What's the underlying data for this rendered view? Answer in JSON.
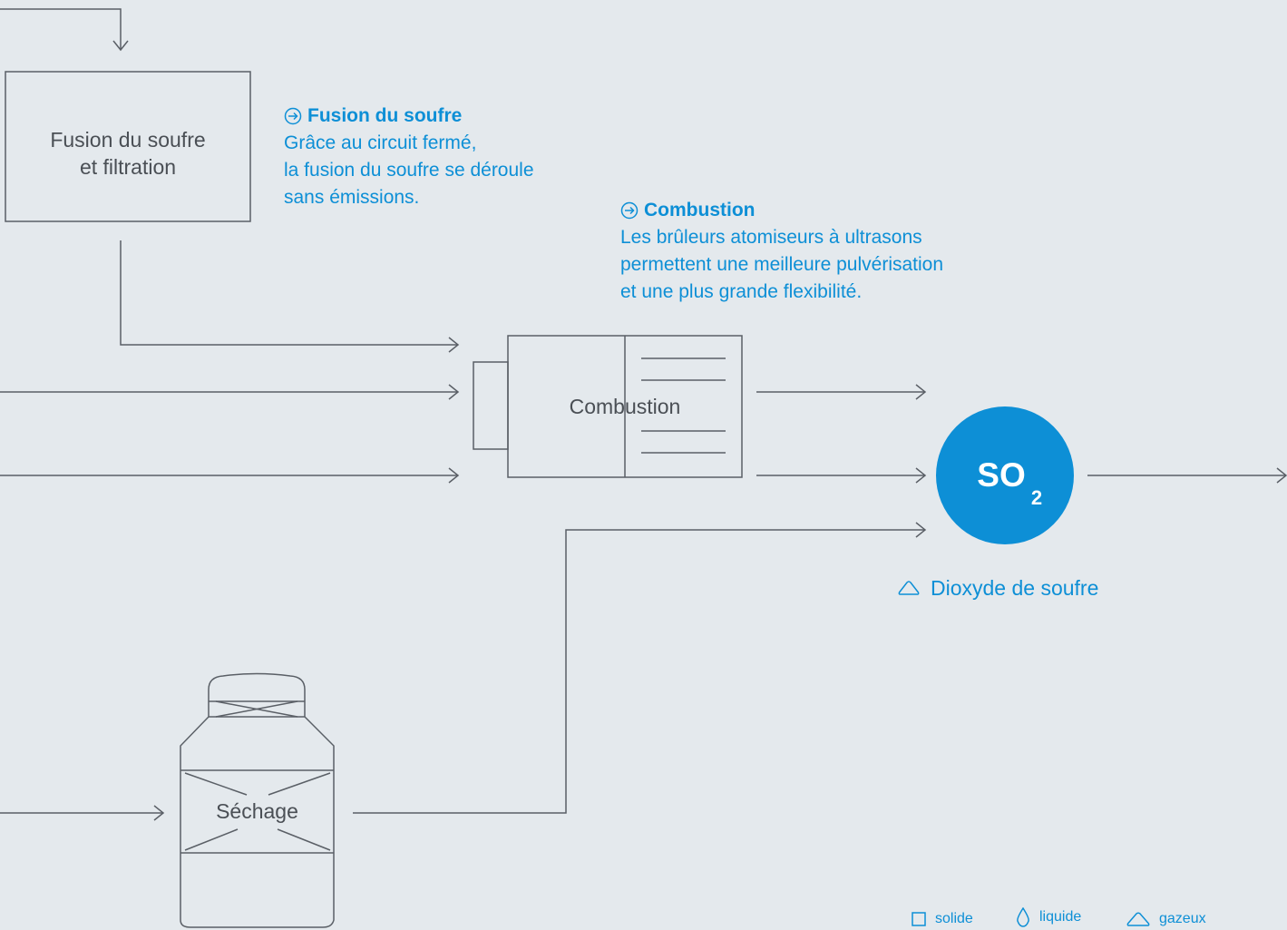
{
  "annotations": {
    "fusion": {
      "title": "Fusion du soufre",
      "lines": [
        "Grâce au circuit fermé,",
        "la fusion du soufre se déroule",
        "sans émissions."
      ]
    },
    "combustion": {
      "title": "Combustion",
      "lines": [
        "Les brûleurs atomiseurs à ultrasons",
        "permettent une meilleure pulvérisation",
        "et une plus grande flexibilité."
      ]
    }
  },
  "boxes": {
    "fusion": [
      "Fusion du soufre",
      "et filtration"
    ],
    "combustion": "Combustion",
    "sechage": "Séchage"
  },
  "product": {
    "formula": "SO",
    "subscript": "2",
    "label": "Dioxyde de soufre"
  },
  "legend": {
    "solid": "solide",
    "liquid": "liquide",
    "gas": "gazeux"
  },
  "colors": {
    "accent": "#0d8fd6",
    "line": "#5a5f66",
    "background": "#e4e9ed"
  },
  "icons": {
    "annotation": "arrow-circle-icon",
    "gas": "cloud-icon",
    "liquid": "droplet-icon",
    "solid": "square-icon"
  }
}
